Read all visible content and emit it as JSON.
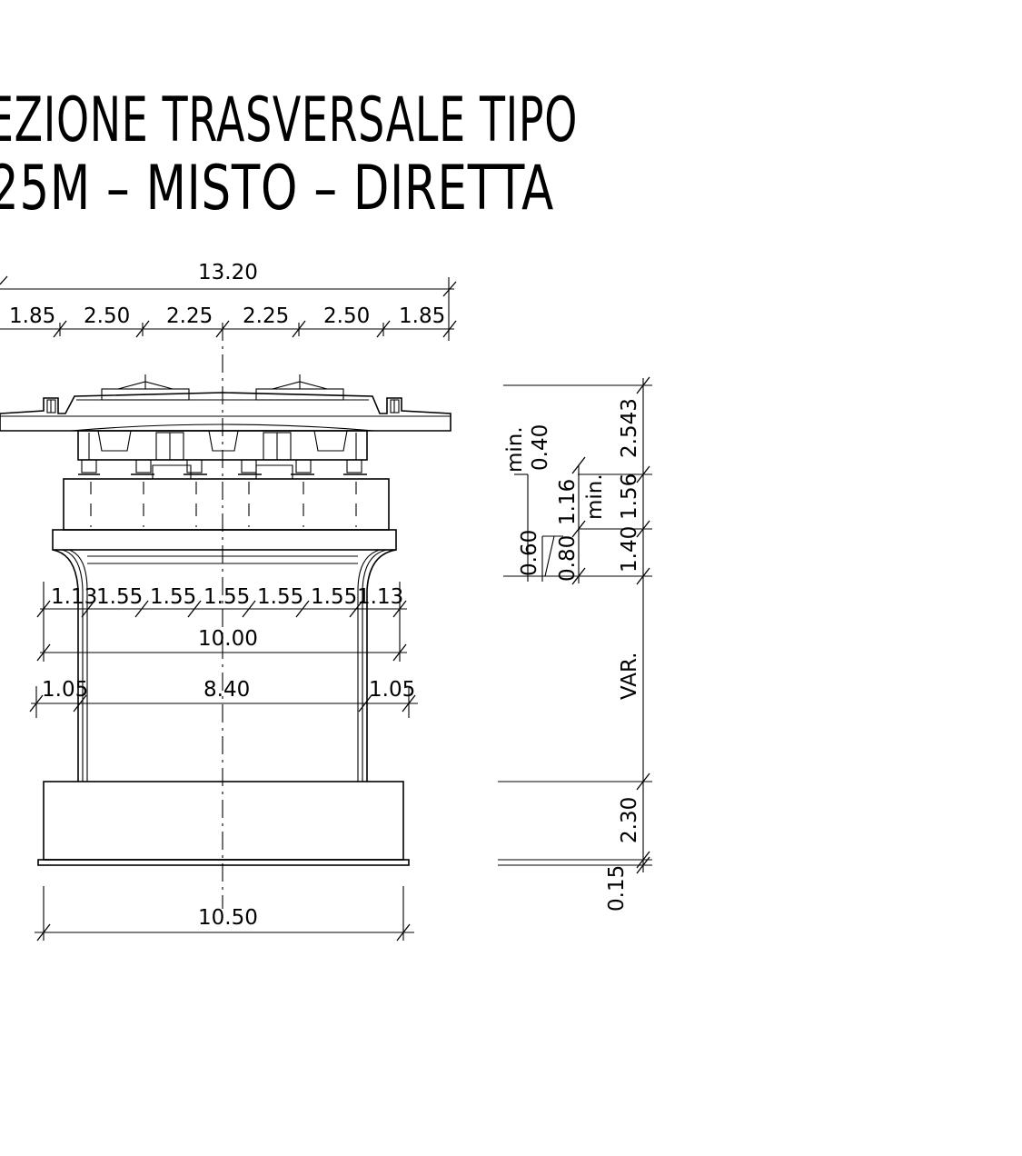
{
  "title": {
    "line1": "EZIONE  TRASVERSALE  TIPO",
    "line2": "25M  –  MISTO  –  DIRETTA"
  },
  "dimensions": {
    "deck_total": "13.20",
    "top_segments": [
      "1.85",
      "2.50",
      "2.25",
      "2.25",
      "2.50",
      "1.85"
    ],
    "cap_segments": [
      "1.13",
      "1.55",
      "1.55",
      "1.55",
      "1.55",
      "1.55",
      "1.13"
    ],
    "cap_width": "10.00",
    "pier_inner": "8.40",
    "pier_left_offset": "1.05",
    "pier_right_offset": "1.05",
    "footing_width": "10.50",
    "side_min_label_1": "min.",
    "side_min_value_1": "0.40",
    "side_min_label_2": "min.",
    "side_value_116": "1.16",
    "side_value_060": "0.60",
    "side_value_080": "0.80",
    "heights": [
      "2.543",
      "1.56",
      "1.40",
      "VAR.",
      "2.30",
      "0.15"
    ]
  }
}
